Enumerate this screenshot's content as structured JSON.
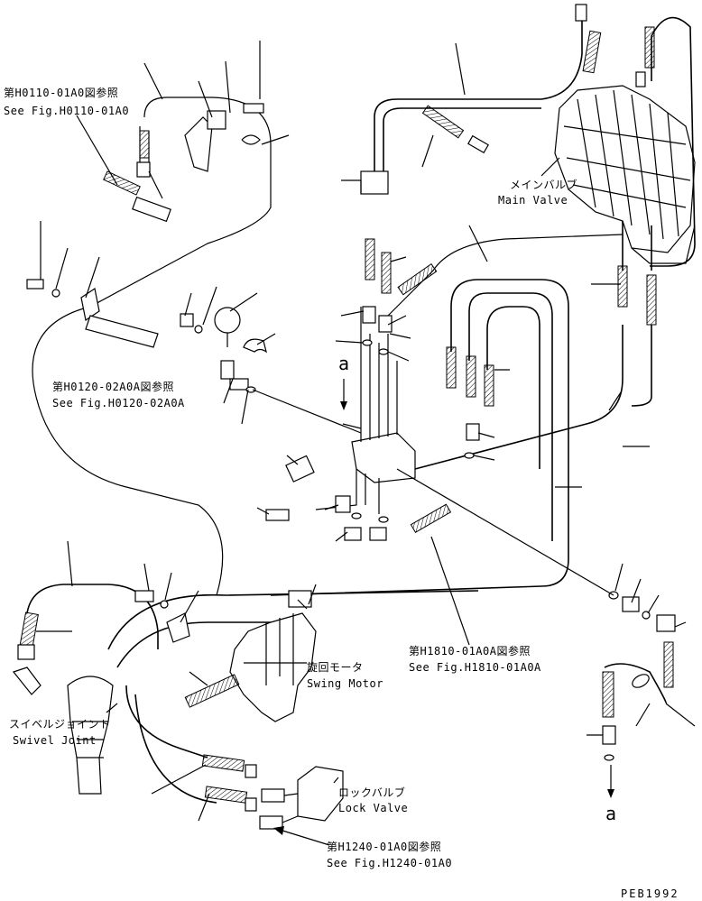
{
  "refs": {
    "h0110": {
      "jp": "第H0110-01A0図参照",
      "en": "See Fig.H0110-01A0"
    },
    "h0120": {
      "jp": "第H0120-02A0A図参照",
      "en": "See Fig.H0120-02A0A"
    },
    "h1810": {
      "jp": "第H1810-01A0A図参照",
      "en": "See Fig.H1810-01A0A"
    },
    "h1240": {
      "jp": "第H1240-01A0図参照",
      "en": "See Fig.H1240-01A0"
    }
  },
  "components": {
    "main_valve": {
      "jp": "メインバルブ",
      "en": "Main Valve"
    },
    "swing_motor": {
      "jp": "旋回モータ",
      "en": "Swing Motor"
    },
    "swivel_joint": {
      "jp": "スイベルジョイント",
      "en": "Swivel Joint"
    },
    "lock_valve": {
      "jp": "ロックバルブ",
      "en": "Lock Valve"
    }
  },
  "connection_marks": {
    "top": "a",
    "bottom": "a"
  },
  "drawing_code": "PEB1992"
}
